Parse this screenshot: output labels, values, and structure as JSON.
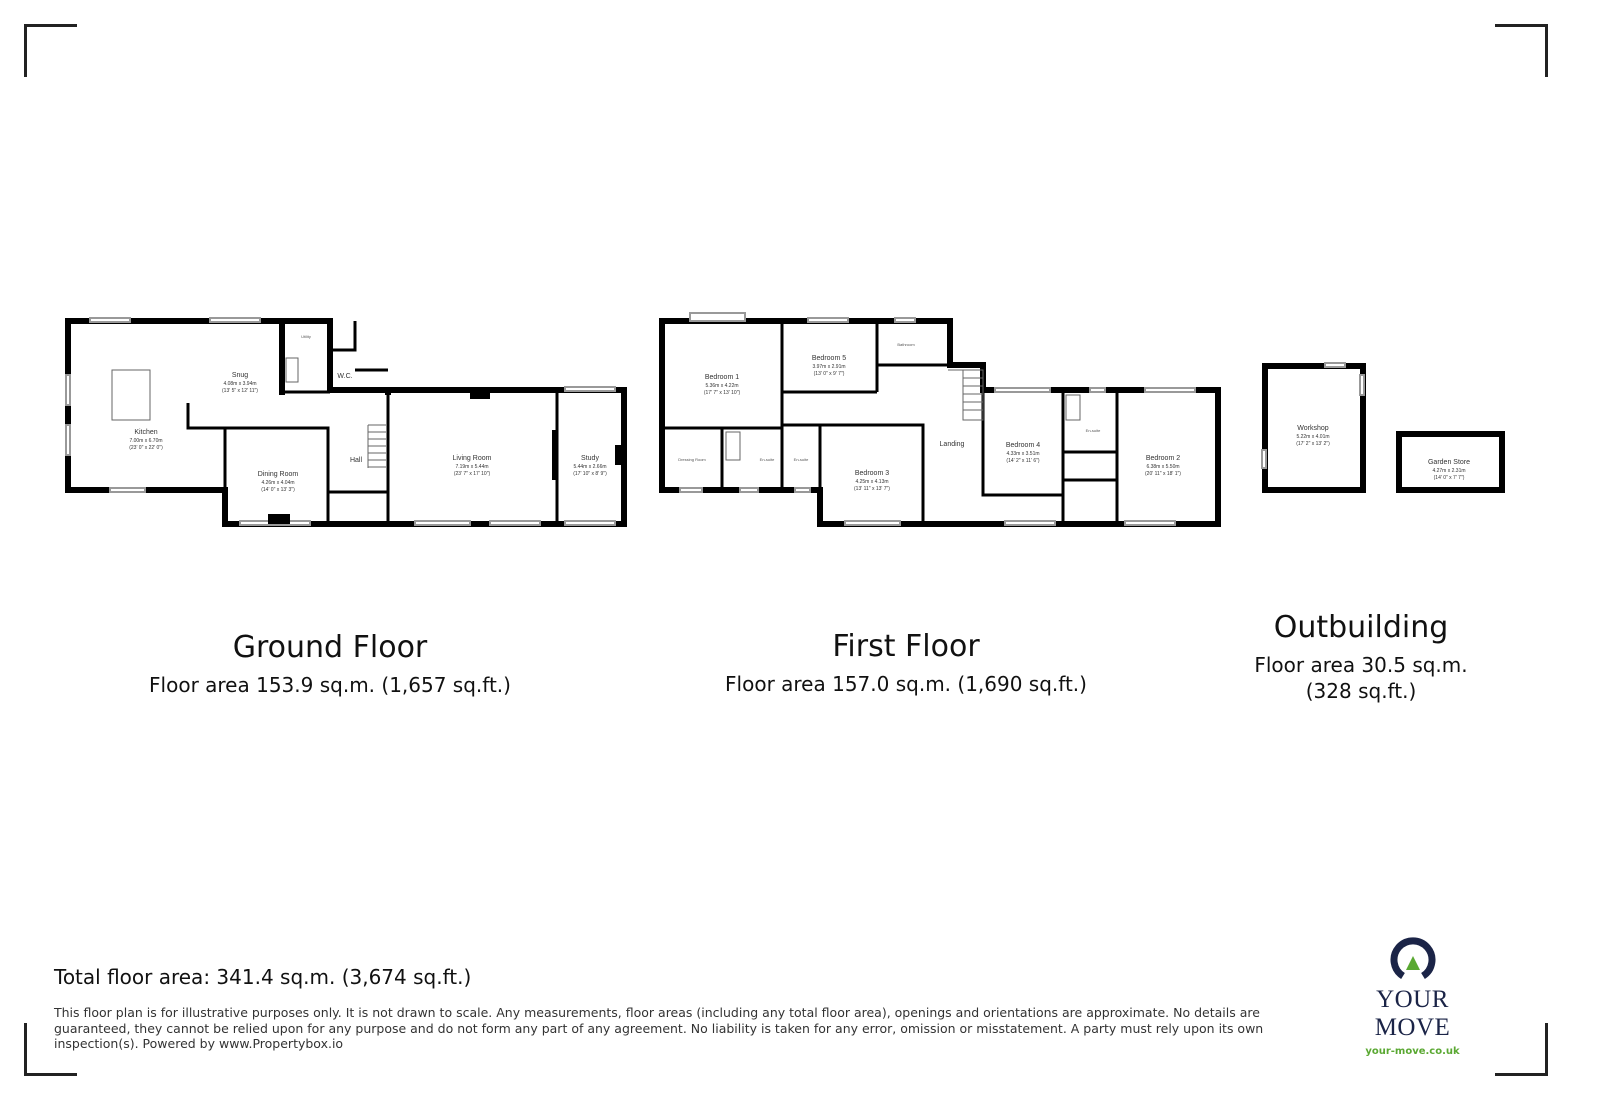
{
  "ground_floor": {
    "title": "Ground Floor",
    "area": "Floor area 153.9 sq.m. (1,657 sq.ft.)",
    "rooms": [
      {
        "name": "Kitchen",
        "metric": "7.00m x 6.70m",
        "imperial": "(23' 0\" x 22' 0\")"
      },
      {
        "name": "Snug",
        "metric": "4.08m x 3.94m",
        "imperial": "(13' 5\" x 12' 11\")"
      },
      {
        "name": "Utility"
      },
      {
        "name": "W.C."
      },
      {
        "name": "Hall"
      },
      {
        "name": "Dining Room",
        "metric": "4.26m x 4.04m",
        "imperial": "(14' 0\" x 13' 3\")"
      },
      {
        "name": "Living Room",
        "metric": "7.19m x 5.44m",
        "imperial": "(23' 7\" x 17' 10\")"
      },
      {
        "name": "Study",
        "metric": "5.44m x 2.66m",
        "imperial": "(17' 10\" x 8' 9\")"
      }
    ]
  },
  "first_floor": {
    "title": "First Floor",
    "area": "Floor area 157.0 sq.m. (1,690 sq.ft.)",
    "rooms": [
      {
        "name": "Bedroom 1",
        "metric": "5.36m x 4.22m",
        "imperial": "(17' 7\" x 13' 10\")"
      },
      {
        "name": "Bedroom 5",
        "metric": "3.97m x 2.91m",
        "imperial": "(13' 0\" x 9' 7\")"
      },
      {
        "name": "Bathroom"
      },
      {
        "name": "Dressing Room"
      },
      {
        "name": "En-suite"
      },
      {
        "name": "En-suite"
      },
      {
        "name": "Bedroom 3",
        "metric": "4.25m x 4.13m",
        "imperial": "(13' 11\" x 13' 7\")"
      },
      {
        "name": "Landing"
      },
      {
        "name": "Bedroom 4",
        "metric": "4.33m x 3.51m",
        "imperial": "(14' 2\" x 11' 6\")"
      },
      {
        "name": "En-suite"
      },
      {
        "name": "Bedroom 2",
        "metric": "6.38m x 5.50m",
        "imperial": "(20' 11\" x 18' 1\")"
      }
    ]
  },
  "outbuilding": {
    "title": "Outbuilding",
    "area_line1": "Floor area 30.5 sq.m.",
    "area_line2": "(328 sq.ft.)",
    "rooms": [
      {
        "name": "Workshop",
        "metric": "5.22m x 4.01m",
        "imperial": "(17' 2\" x 13' 2\")"
      },
      {
        "name": "Garden Store",
        "metric": "4.27m x 2.31m",
        "imperial": "(14' 0\" x 7' 7\")"
      }
    ]
  },
  "total": "Total floor area: 341.4 sq.m. (3,674 sq.ft.)",
  "disclaimer": "This floor plan is for illustrative purposes only. It is not drawn to scale. Any measurements, floor areas (including any total floor area), openings and orientations are approximate. No details are guaranteed, they cannot be relied upon for any purpose and do not form any part of any agreement. No liability is taken for any error, omission or misstatement. A party must rely upon its own inspection(s). Powered by www.Propertybox.io",
  "logo": {
    "brand": "YOUR MOVE",
    "url": "your-move.co.uk",
    "navy": "#1b2447",
    "green": "#5aa832"
  }
}
